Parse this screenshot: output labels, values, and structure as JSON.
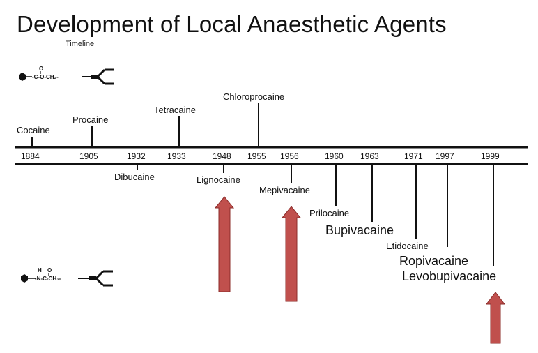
{
  "title": "Development of Local Anaesthetic Agents",
  "subtitle": "Timeline",
  "years": [
    "1884",
    "1905",
    "1932",
    "1933",
    "1948",
    "1955",
    "1956",
    "1960",
    "1963",
    "1971",
    "1997",
    "1999"
  ],
  "agents_above": [
    "Cocaine",
    "Procaine",
    "Tetracaine",
    "Chloroprocaine"
  ],
  "agents_below": [
    "Dibucaine",
    "Lignocaine",
    "Mepivacaine",
    "Prilocaine",
    "Bupivacaine",
    "Etidocaine",
    "Ropivacaine",
    "Levobupivacaine"
  ],
  "ester_formula": {
    "carbonyl_o": "O",
    "chain": "-C-O-CH₂-"
  },
  "amide_formula": {
    "h": "H",
    "carbonyl_o": "O",
    "chain": "-N-C-CH₂-"
  },
  "colors": {
    "arrow_fill": "#c0504d",
    "arrow_stroke": "#8c2c2a",
    "line": "#111111"
  }
}
